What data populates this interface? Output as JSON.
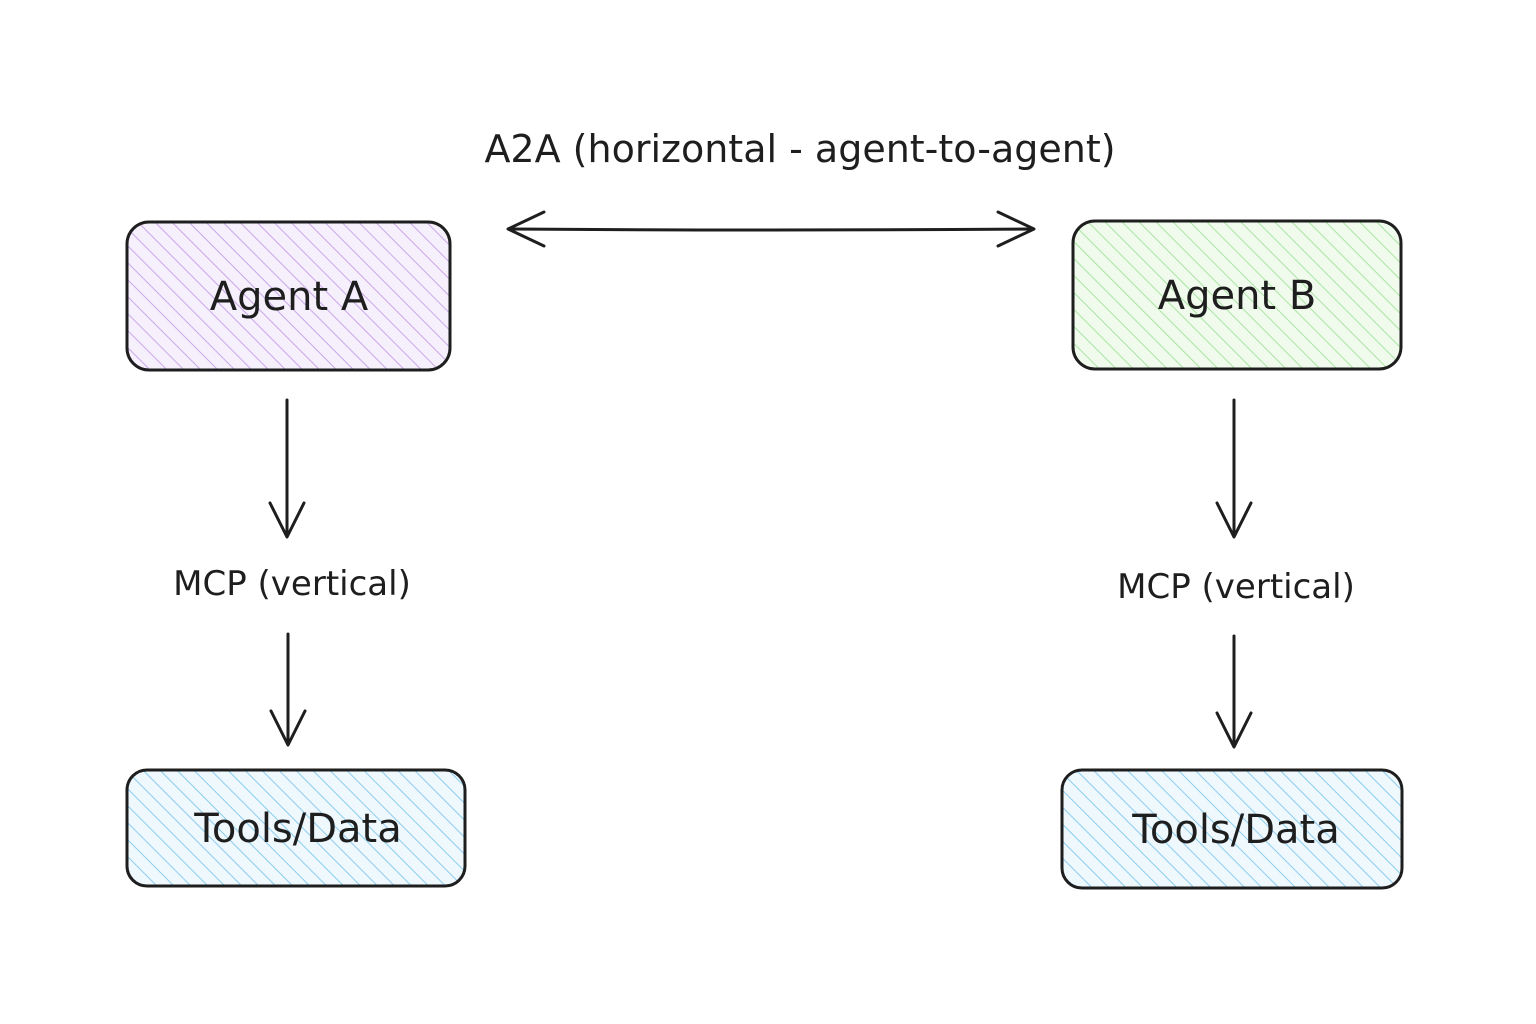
{
  "diagram": {
    "a2a_label": "A2A (horizontal - agent-to-agent)",
    "nodes": {
      "agent_a": {
        "label": "Agent A",
        "hatch_color": "#c8a8e9",
        "fill_color": "#f6effc"
      },
      "agent_b": {
        "label": "Agent B",
        "hatch_color": "#a9e5a0",
        "fill_color": "#f0fbee"
      },
      "tools_a": {
        "label": "Tools/Data",
        "hatch_color": "#8ccdf0",
        "fill_color": "#eef8fd"
      },
      "tools_b": {
        "label": "Tools/Data",
        "hatch_color": "#8ccdf0",
        "fill_color": "#eef8fd"
      }
    },
    "mcp_left_label": "MCP (vertical)",
    "mcp_right_label": "MCP (vertical)",
    "stroke_color": "#1e1e1e"
  }
}
